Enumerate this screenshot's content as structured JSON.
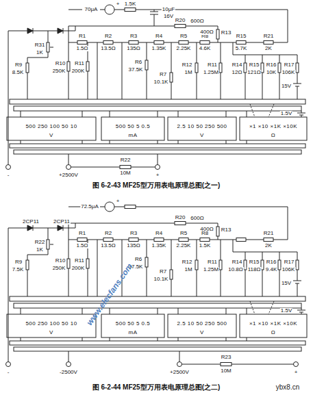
{
  "diagram": {
    "labels": [
      "70μA",
      "1.5K",
      "+",
      "10μF",
      "16V",
      "R20",
      "600Ω",
      "R1",
      "1.5Ω",
      "R2",
      "13.5Ω",
      "R3",
      "135Ω",
      "R4",
      "1.35K",
      "R5",
      "2.25K",
      "R8",
      "4.6K",
      "R13",
      "400Ω",
      "R15",
      "5.7K",
      "R21",
      "2K",
      "R31",
      "1K",
      "R9",
      "8.5K",
      "R10",
      "250K",
      "R11",
      "200K",
      "R6",
      "37.5K",
      "R7",
      "10.1K",
      "R12",
      "1M",
      "R11",
      "1.25M",
      "R14",
      "12Ω",
      "R15",
      "121Ω",
      "R16",
      "10K",
      "R17",
      "106K",
      "15V",
      "500 250 100 50 10",
      "V",
      "500 50 5 0.5",
      "mA",
      "2.5 10 50 250 500",
      "V",
      "1.5V",
      "×1 ×10 ×1K ×10K",
      "Ω",
      "-",
      "+2500V",
      "R22",
      "10M",
      "+",
      "图 6-2-43 MF25型万用表电原理总图(之一)",
      "2CP11",
      "2CP11",
      "72.5μA",
      "+",
      "R20",
      "600Ω",
      "R13",
      "400Ω",
      "R21",
      "2K",
      "R1",
      "1.5Ω",
      "R2",
      "13.5Ω",
      "R3",
      "135Ω",
      "R4",
      "1.35K",
      "R5",
      "2.25K",
      "R8",
      "1.5K",
      "R22",
      "1K",
      "R9",
      "7.5K",
      "R10",
      "250K",
      "R11",
      "200K",
      "R7",
      "10.1K",
      "R6",
      "37.5K",
      "R12",
      "1M",
      "R11",
      "1.25M",
      "R14",
      "10.8Ω",
      "R15",
      "118Ω",
      "R16",
      "9.4K",
      "R17",
      "106K",
      "15V",
      "×1 ×10 ×1K ×10K",
      "Ω",
      "1.5V",
      "500 250 100 50 10",
      "V",
      "500 50 5 0.5",
      "mA",
      "2.5 10 50 250 500",
      "V",
      "-",
      "-2500V",
      "+2500V",
      "R23",
      "10M",
      "+",
      "图 6-2-44 MF25型万用表电原理总图(之二)",
      "www.elecfans.com",
      "ybx8.cn"
    ]
  }
}
